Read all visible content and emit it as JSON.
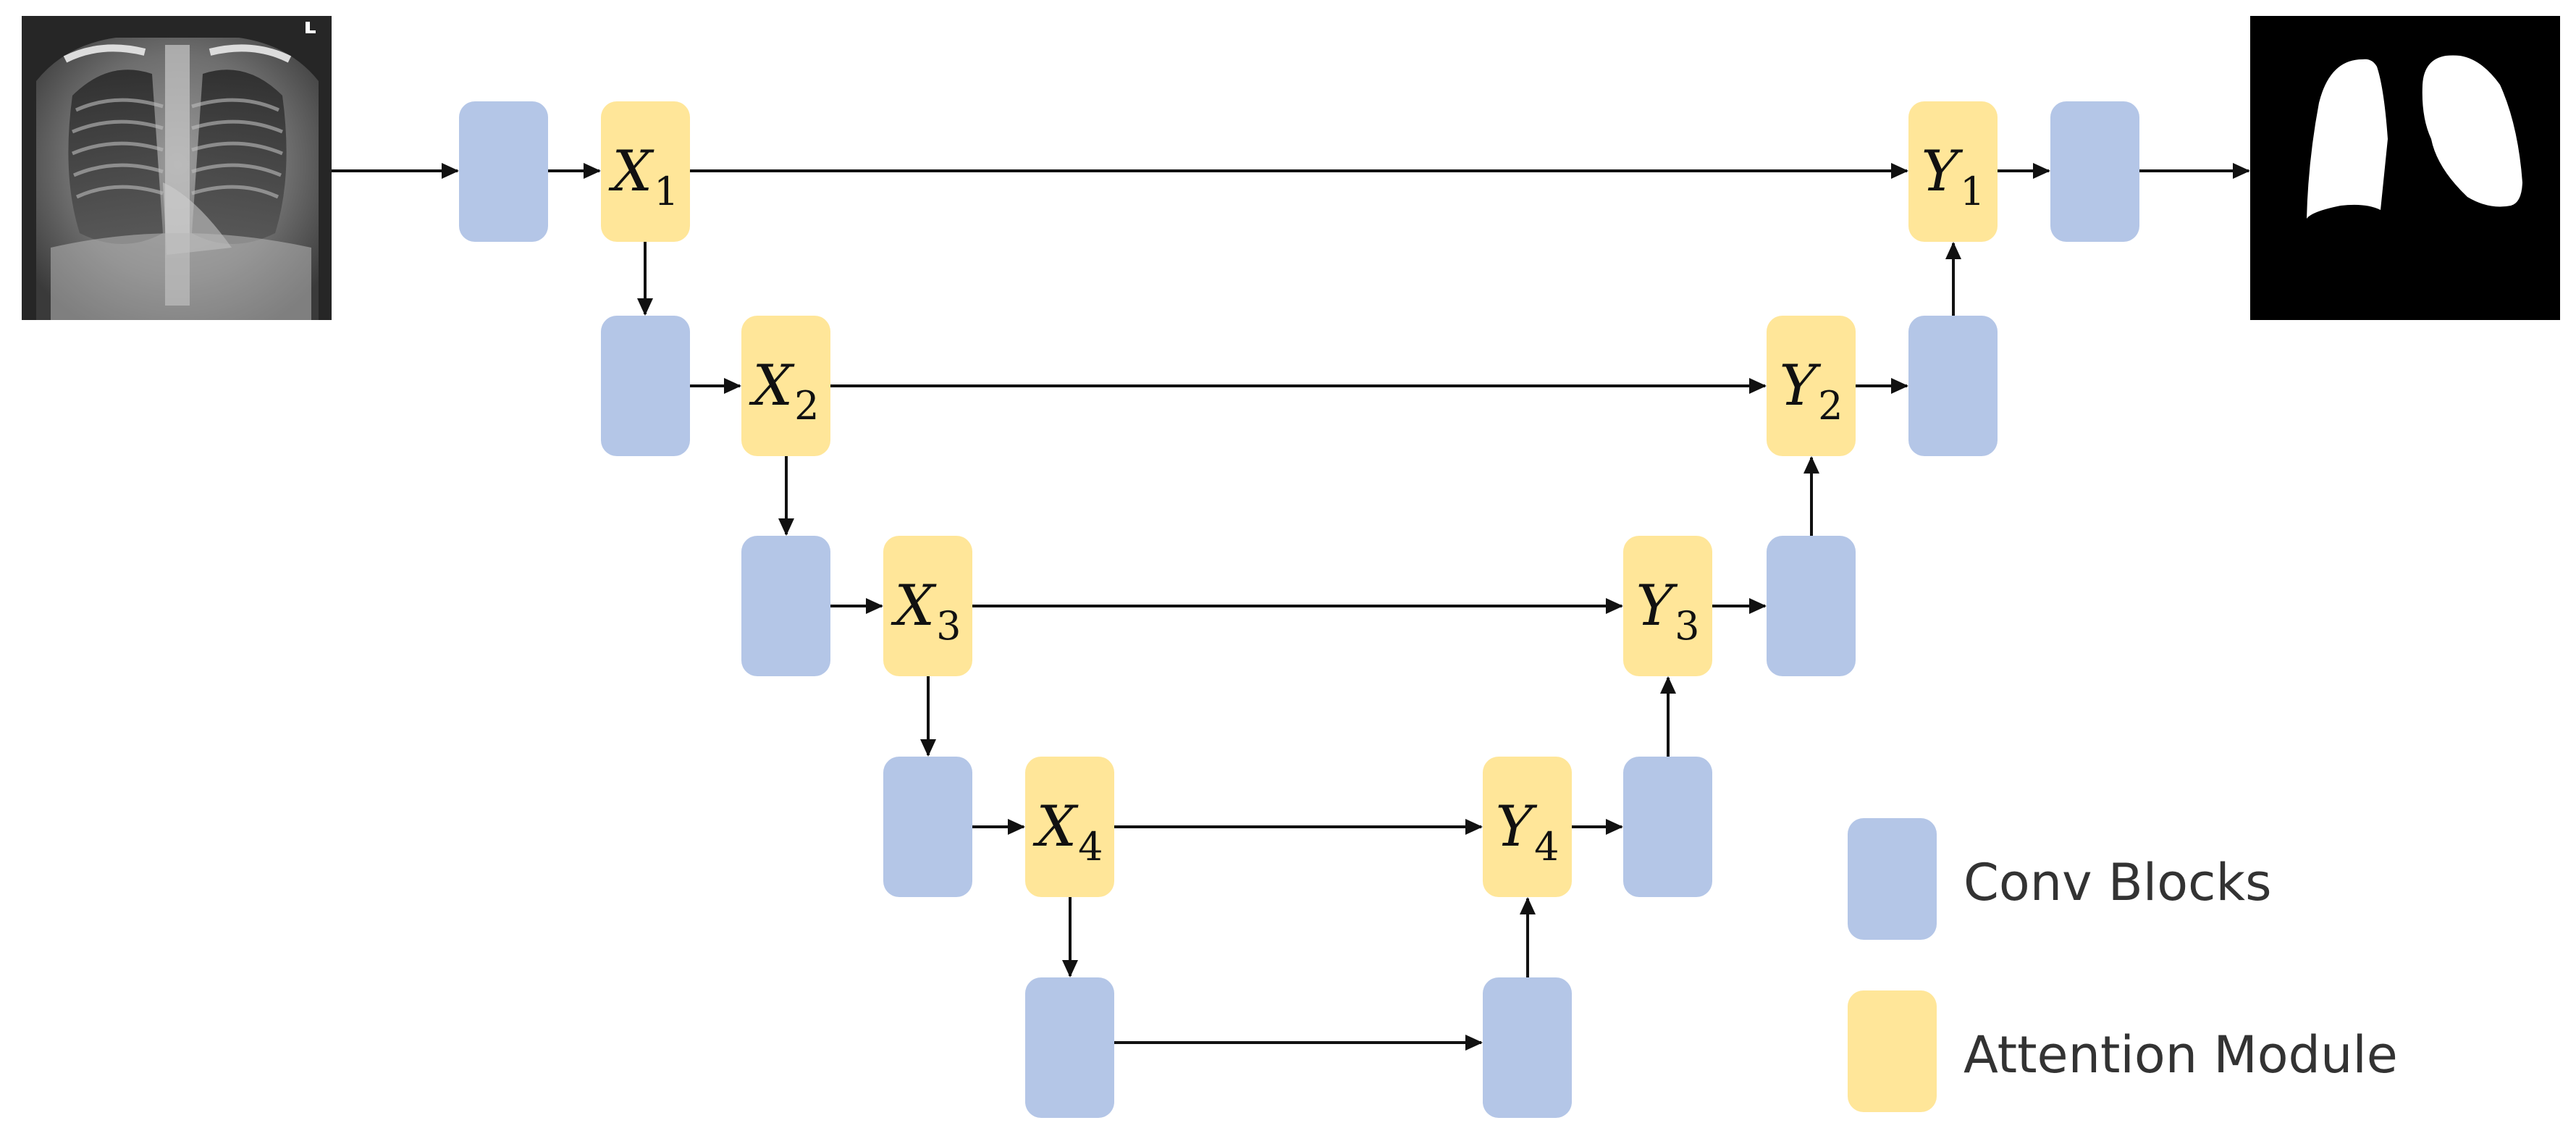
{
  "colors": {
    "conv": "#b4c6e7",
    "attn": "#ffe699",
    "arrow": "#111111",
    "mask_bg": "#000000"
  },
  "images": {
    "input": {
      "name": "chest-xray-image"
    },
    "output": {
      "name": "lung-mask-image"
    }
  },
  "modules": {
    "X1": {
      "letter": "X",
      "sub": "1"
    },
    "X2": {
      "letter": "X",
      "sub": "2"
    },
    "X3": {
      "letter": "X",
      "sub": "3"
    },
    "X4": {
      "letter": "X",
      "sub": "4"
    },
    "Y1": {
      "letter": "Y",
      "sub": "1"
    },
    "Y2": {
      "letter": "Y",
      "sub": "2"
    },
    "Y3": {
      "letter": "Y",
      "sub": "3"
    },
    "Y4": {
      "letter": "Y",
      "sub": "4"
    }
  },
  "legend": {
    "conv_label": "Conv Blocks",
    "attn_label": "Attention Module"
  }
}
